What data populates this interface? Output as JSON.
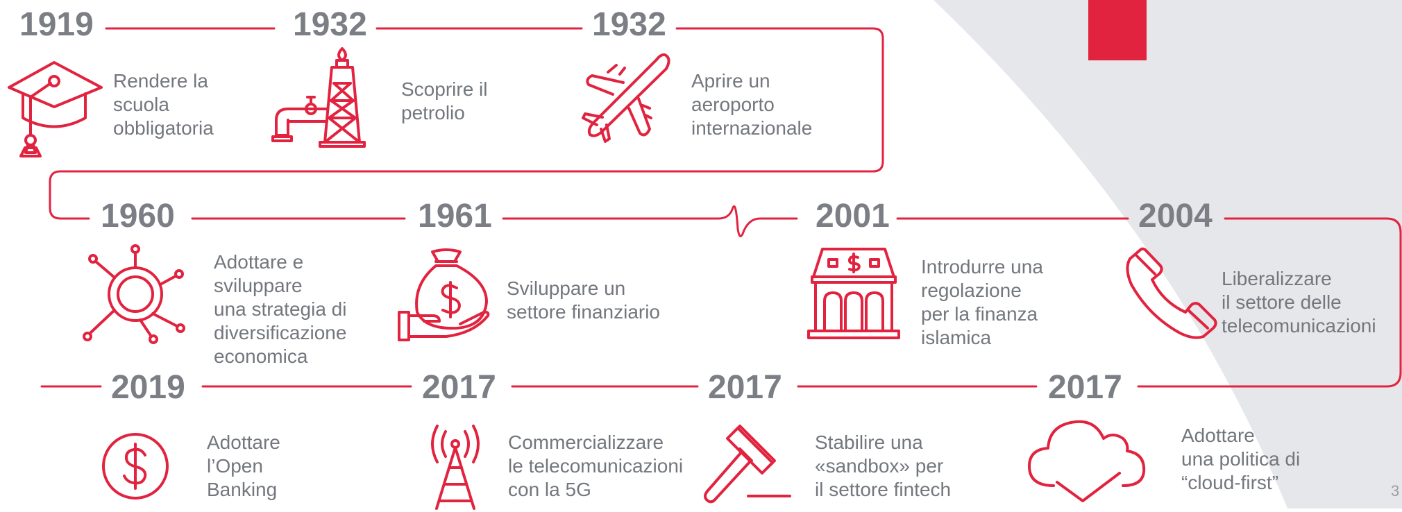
{
  "colors": {
    "accent": "#e2233f",
    "text": "#73777d",
    "year": "#7b7f85",
    "background_shape": "#e6e7eb"
  },
  "page_number": "3",
  "milestones": [
    {
      "year": "1919",
      "label": "Rendere la\nscuola\nobbligatoria",
      "icon": "graduation-cap-icon"
    },
    {
      "year": "1932",
      "label": "Scoprire il\npetrolio",
      "icon": "oil-derrick-icon"
    },
    {
      "year": "1932",
      "label": "Aprire un\naeroporto\ninternazionale",
      "icon": "airplane-icon"
    },
    {
      "year": "1960",
      "label": "Adottare e\nsviluppare\nuna strategia di\ndiversificazione\neconomica",
      "icon": "network-hub-icon"
    },
    {
      "year": "1961",
      "label": "Sviluppare un\nsettore finanziario",
      "icon": "money-bag-hand-icon"
    },
    {
      "year": "2001",
      "label": "Introdurre una\nregolazione\nper la finanza\nislamica",
      "icon": "bank-building-icon"
    },
    {
      "year": "2004",
      "label": "Liberalizzare\nil settore delle\ntelecomunicazioni",
      "icon": "phone-handset-icon"
    },
    {
      "year": "2019",
      "label": "Adottare\nl’Open\nBanking",
      "icon": "dollar-circle-icon"
    },
    {
      "year": "2017",
      "label": "Commercializzare\nle telecomunicazioni\ncon la 5G",
      "icon": "antenna-tower-icon"
    },
    {
      "year": "2017",
      "label": "Stabilire una\n«sandbox» per\nil settore fintech",
      "icon": "gavel-icon"
    },
    {
      "year": "2017",
      "label": "Adottare\nuna politica di\n“cloud-first”",
      "icon": "cloud-check-icon"
    }
  ]
}
